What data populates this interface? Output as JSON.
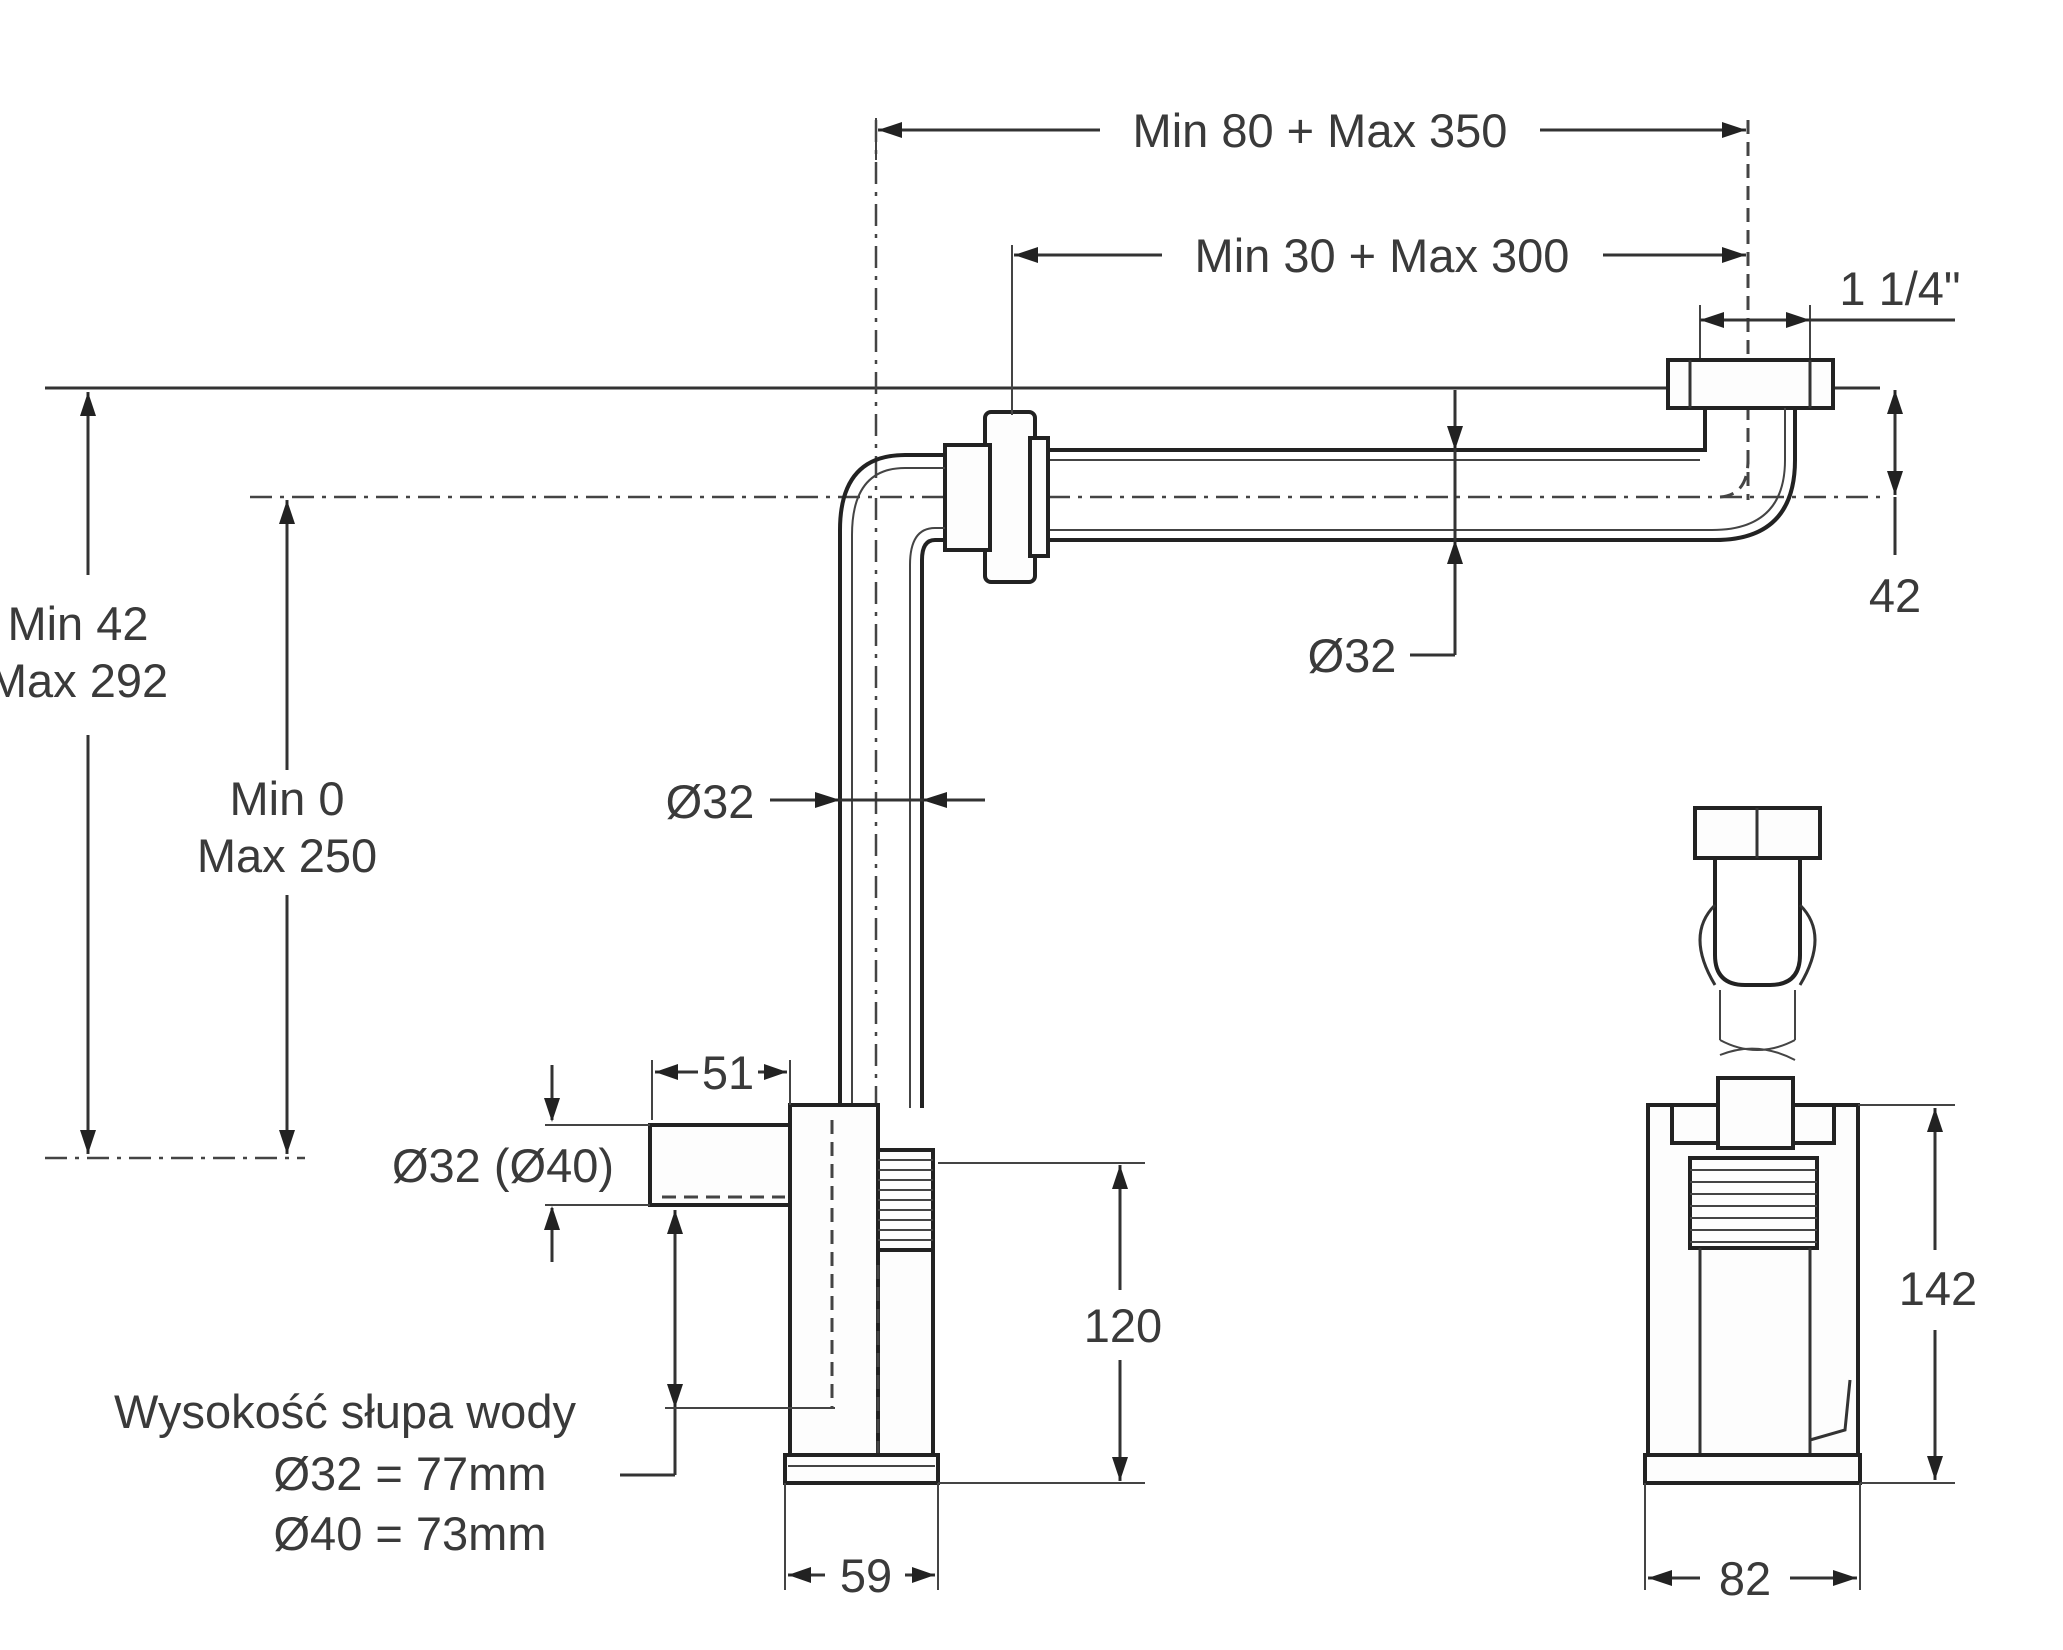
{
  "labels": {
    "top_span": "Min 80 +  Max 350",
    "second_span": "Min 30 +  Max 300",
    "thread": "1 1/4\"",
    "left_total_min": "Min 42",
    "left_total_max": "Max 292",
    "inner_min": "Min 0",
    "inner_max": "Max 250",
    "right_offset": "42",
    "horizontal_pipe_dia": "Ø32",
    "vertical_pipe_dia": "Ø32",
    "outlet_dia": "Ø32 (Ø40)",
    "outlet_length": "51",
    "body_height": "120",
    "base_width": "59",
    "water_seal_title": "Wysokość słupa wody",
    "water_seal_32": "Ø32 = 77mm",
    "water_seal_40": "Ø40 = 73mm",
    "side_height": "142",
    "side_width": "82"
  }
}
